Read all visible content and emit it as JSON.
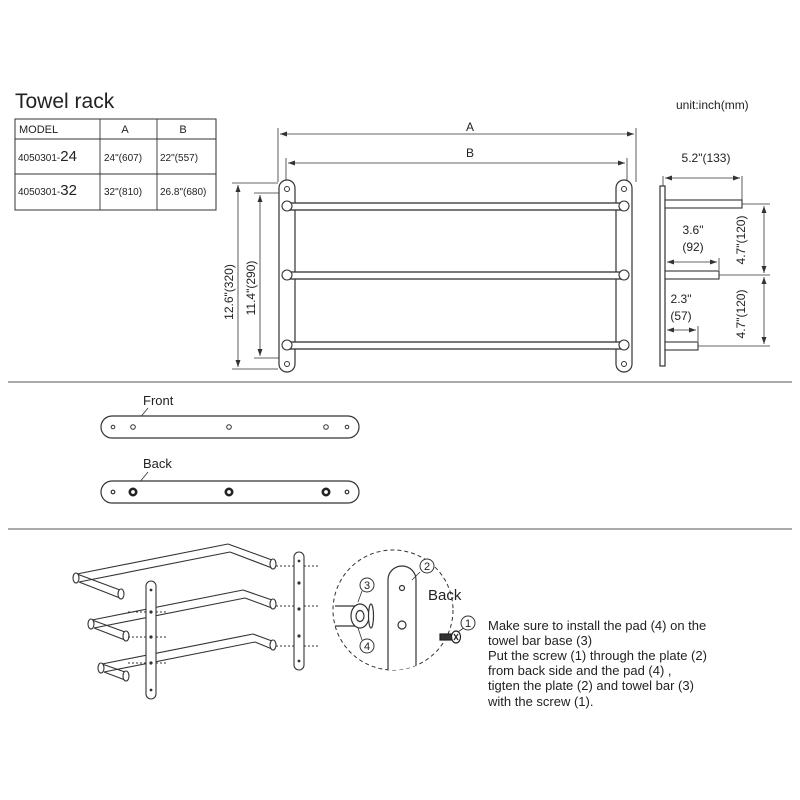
{
  "title": "Towel rack",
  "unit": "unit:inch(mm)",
  "table": {
    "headers": [
      "MODEL",
      "A",
      "B"
    ],
    "rows": [
      {
        "model_prefix": "4050301-",
        "model_suffix": "24",
        "a": "24\"(607)",
        "b": "22\"(557)"
      },
      {
        "model_prefix": "4050301-",
        "model_suffix": "32",
        "a": "32\"(810)",
        "b": "26.8\"(680)"
      }
    ]
  },
  "front_view": {
    "dim_a": "A",
    "dim_b": "B",
    "height_outer": "12.6\"(320)",
    "height_inner": "11.4\"(290)"
  },
  "side_view": {
    "depth": "5.2\"(133)",
    "mid_line1": "3.6\"",
    "mid_line2": "(92)",
    "low_line1": "2.3\"",
    "low_line2": "(57)",
    "spacing_upper": "4.7\"(120)",
    "spacing_lower": "4.7\"(120)"
  },
  "plates": {
    "front_label": "Front",
    "back_label": "Back"
  },
  "assembly": {
    "callout_1": "1",
    "callout_2": "2",
    "callout_3": "3",
    "callout_4": "4",
    "back_label": "Back",
    "instructions": [
      "Make sure to install the pad (4) on the",
      "towel bar base (3)",
      "Put the screw (1) through the plate (2)",
      "from back side and the pad (4) ,",
      " tigten the plate (2) and towel bar (3)",
      "with the screw (1)."
    ]
  }
}
